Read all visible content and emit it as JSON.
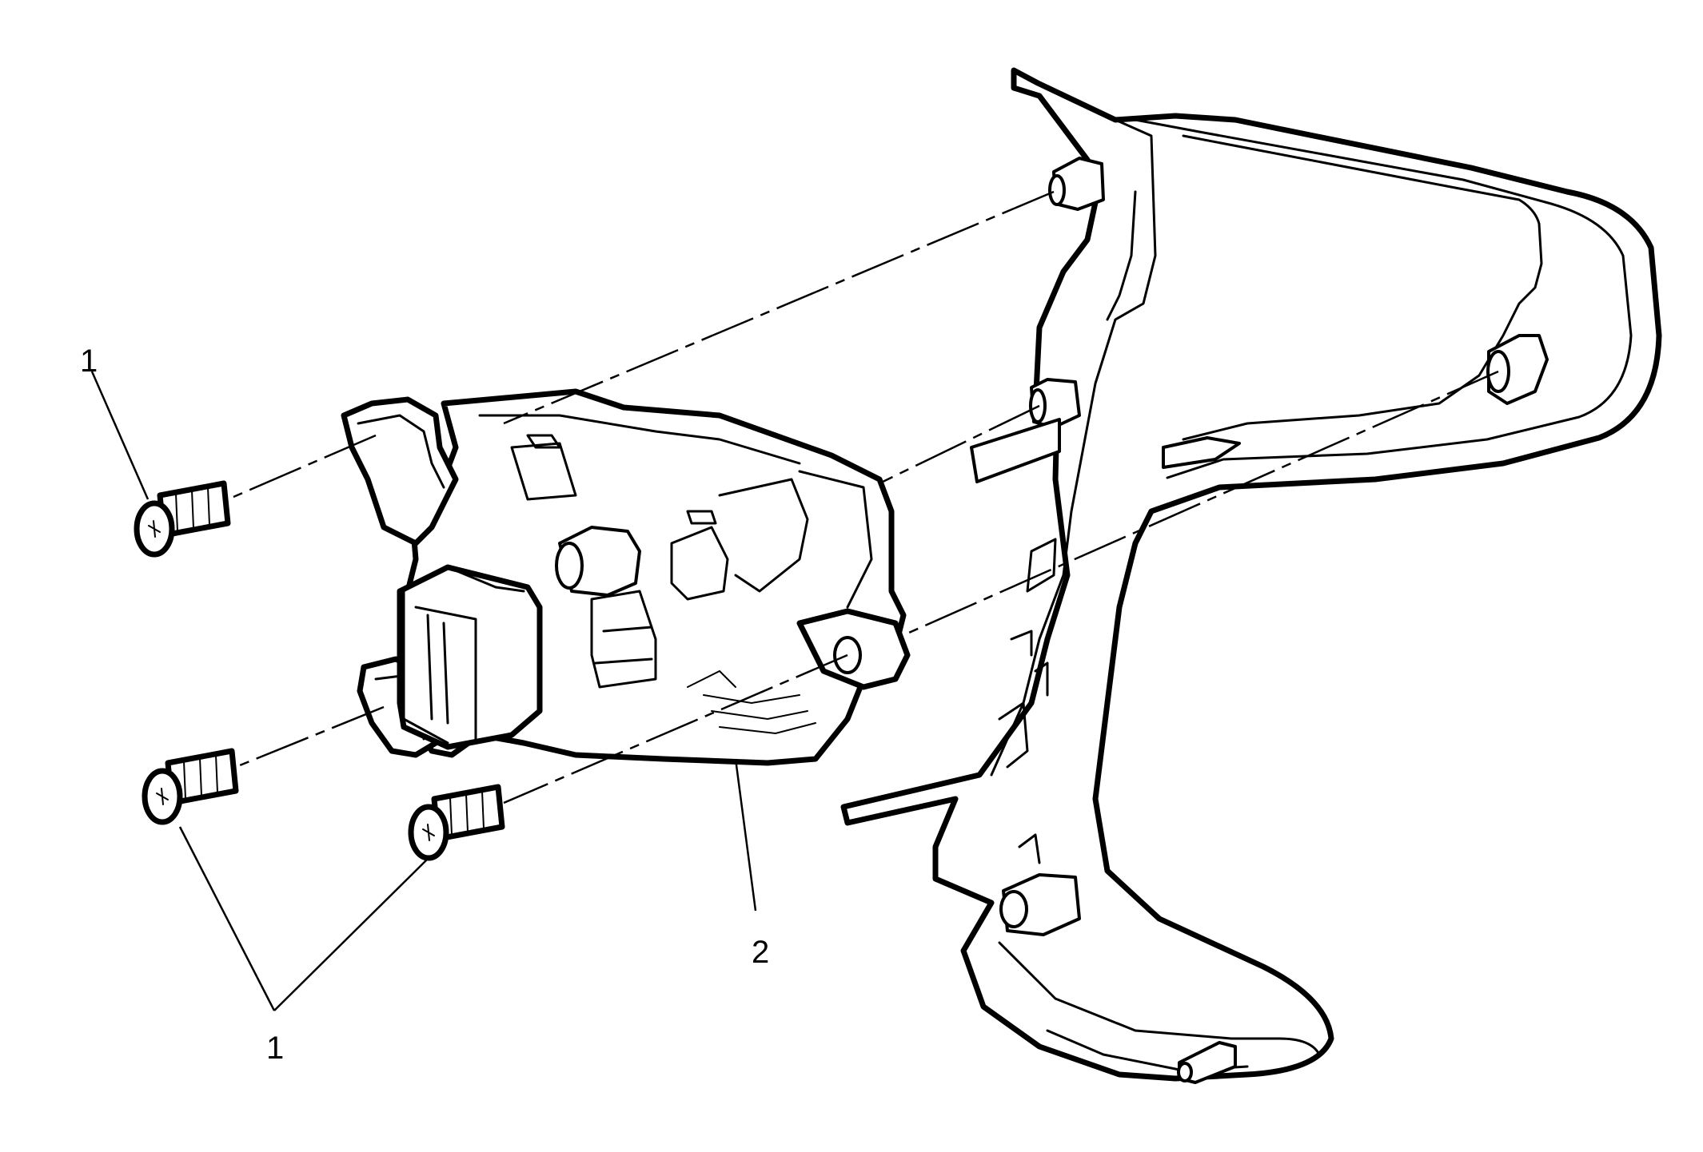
{
  "callouts": {
    "screw_top": "1",
    "screw_group": "1",
    "module": "2"
  }
}
